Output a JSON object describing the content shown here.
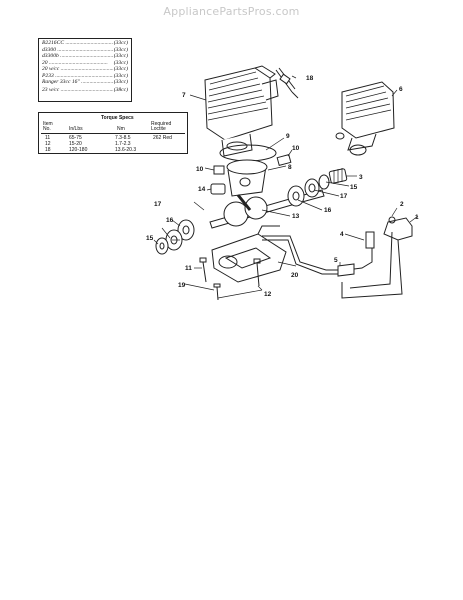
{
  "watermark": "AppliancePartsPros.com",
  "models": [
    {
      "model": "B2216CC",
      "cc": "(33cc)"
    },
    {
      "model": "d3300",
      "cc": "(33cc)"
    },
    {
      "model": "d3300b",
      "cc": "(33cc)"
    },
    {
      "model": "20",
      "cc": "(33cc)"
    },
    {
      "model": "20 w/cc",
      "cc": "(33cc)"
    },
    {
      "model": "P233",
      "cc": "(33cc)"
    },
    {
      "model": "Ranger 33cc 16\"",
      "cc": "(33cc)"
    },
    {
      "model": "23 w/cc",
      "cc": "(38cc)"
    }
  ],
  "torque": {
    "title": "Torque Specs",
    "headers": {
      "item": "Item",
      "no": "No.",
      "inlbs": "In/Lbs",
      "nm": "Nm",
      "req": "Required",
      "loctite": "Loctite"
    },
    "rows": [
      {
        "item": "11",
        "inlbs": "65-75",
        "nm": "7.3-8.5",
        "loctite": "262 Red"
      },
      {
        "item": "12",
        "inlbs": "15-20",
        "nm": "1.7-2.3",
        "loctite": ""
      },
      {
        "item": "18",
        "inlbs": "120-180",
        "nm": "13.6-20.3",
        "loctite": ""
      }
    ]
  },
  "callouts": [
    "1",
    "2",
    "3",
    "4",
    "5",
    "6",
    "7",
    "8",
    "9",
    "10",
    "10",
    "11",
    "12",
    "12",
    "13",
    "14",
    "15",
    "15",
    "16",
    "16",
    "17",
    "17",
    "18",
    "19",
    "20"
  ]
}
